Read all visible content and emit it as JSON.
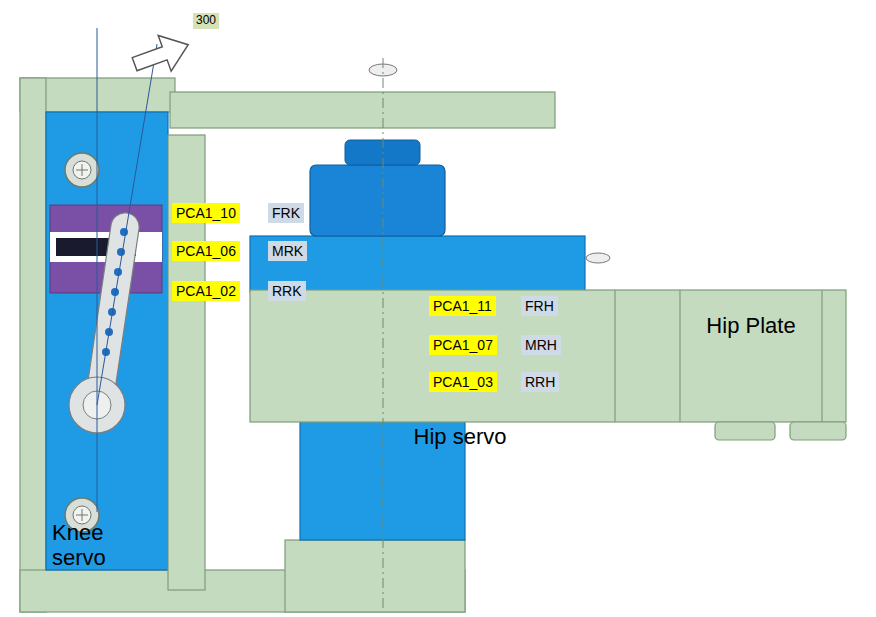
{
  "diagram": {
    "labels": [
      "300",
      "PCA1_10",
      "FRK",
      "PCA1_06",
      "MRK",
      "PCA1_02",
      "RRK",
      "PCA1_11",
      "FRH",
      "PCA1_07",
      "MRH",
      "PCA1_03",
      "RRH",
      "Hip Plate",
      "Hip servo",
      "Knee servo"
    ]
  }
}
